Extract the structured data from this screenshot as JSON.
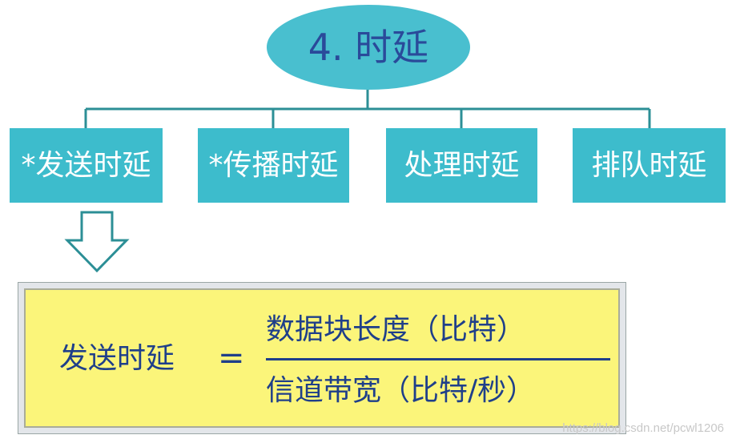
{
  "diagram": {
    "root": {
      "label": "4. 时延"
    },
    "children": [
      {
        "label": "*发送时延"
      },
      {
        "label": "*传播时延"
      },
      {
        "label": "处理时延"
      },
      {
        "label": "排队时延"
      }
    ],
    "colors": {
      "node_fill": "#3dbccc",
      "connector": "#2c8f96",
      "formula_bg": "#fbf57a",
      "formula_text": "#1f3f8a"
    }
  },
  "formula": {
    "lhs": "发送时延",
    "equals": "=",
    "numerator": "数据块长度（比特）",
    "denominator": "信道带宽（比特/秒）"
  },
  "watermark": "https://blog.csdn.net/pcwl1206"
}
